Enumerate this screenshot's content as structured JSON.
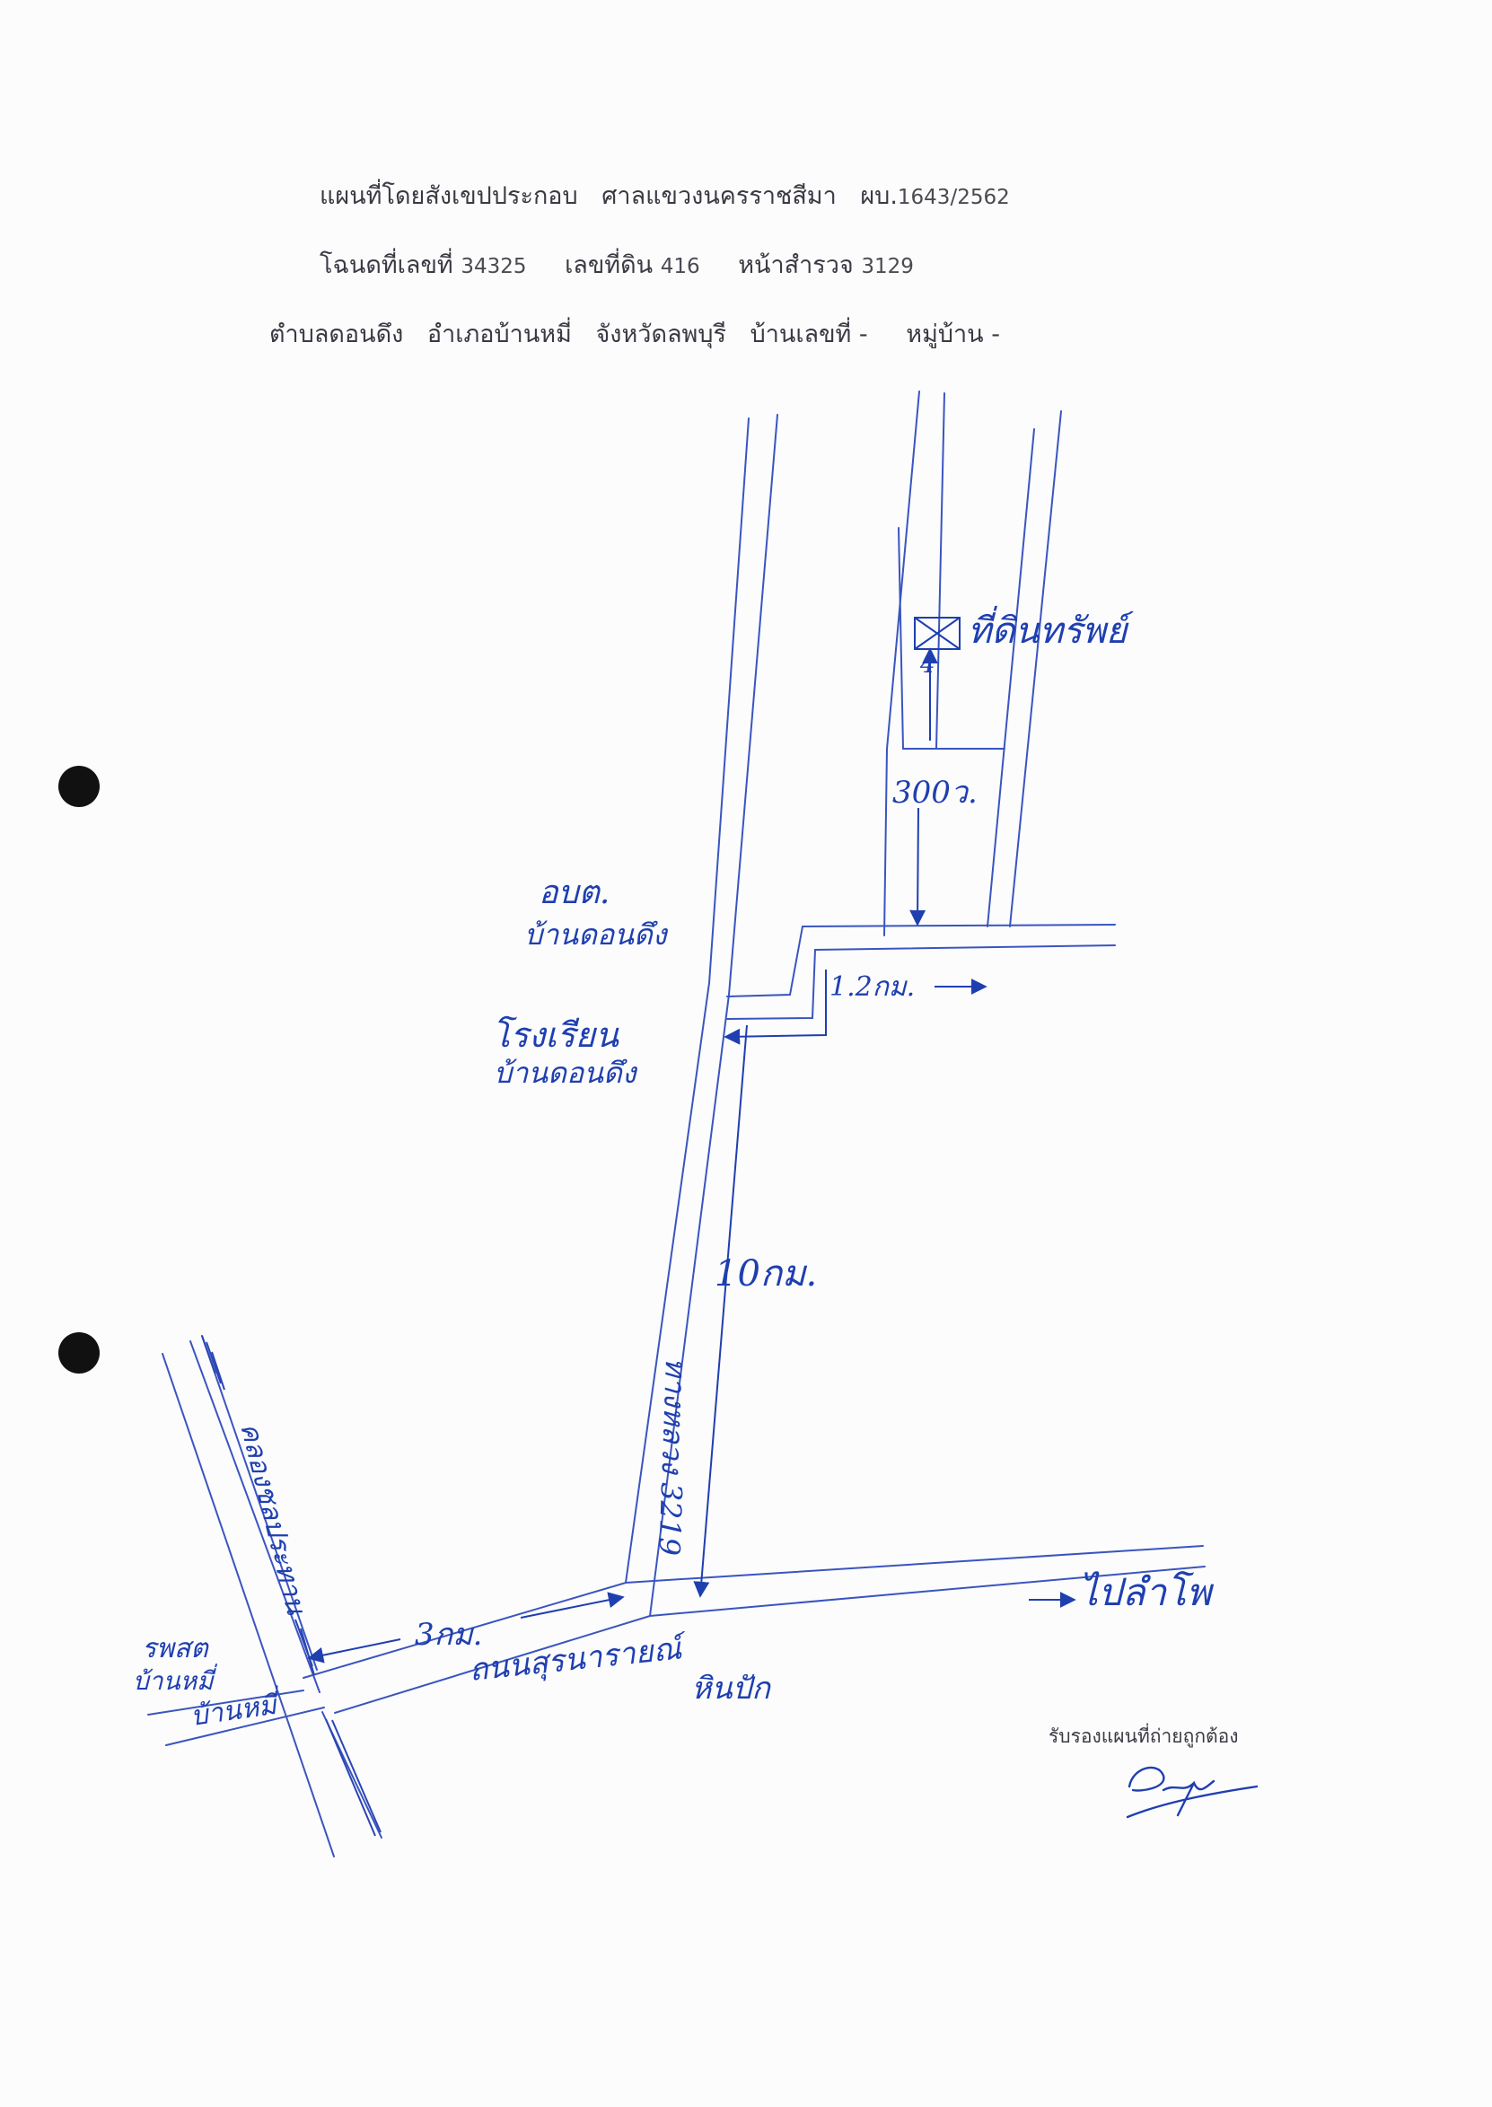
{
  "header": {
    "line1": {
      "title": "แผนที่โดยสังเขปประกอบ",
      "court": "ศาลแขวงนครราชสีมา",
      "case_label": "ผบ.",
      "case_number": "1643/2562"
    },
    "line2": {
      "deed_label": "โฉนดที่เลขที่",
      "deed_number": "34325",
      "land_label": "เลขที่ดิน",
      "land_number": "416",
      "survey_label": "หน้าสำรวจ",
      "survey_number": "3129"
    },
    "line3": {
      "subdistrict": "ตำบลดอนดึง",
      "district": "อำเภอบ้านหมี่",
      "province": "จังหวัดลพบุรี",
      "house_no": "บ้านเลขที่ -",
      "village": "หมู่บ้าน -"
    }
  },
  "map": {
    "landmarks": {
      "target_plot": "ที่ดินทรัพย์",
      "admin_office": "อบต.",
      "admin_office_place": "บ้านดอนดึง",
      "school": "โรงเรียน",
      "school_place": "บ้านดอนดึง",
      "temple_left": "รพสต",
      "temple_left_place": "บ้านหมี่",
      "ban_mi": "บ้านหมี่",
      "hin_pak": "หินปัก",
      "to_destination": "ไปลำโพ"
    },
    "roads": {
      "main_road": "ทางหลวง 3219",
      "cross_road": "ถนนสุรนารายณ์",
      "canal": "คลองชลประทาน"
    },
    "distances": {
      "d_300m": "300ว.",
      "d_1_2km": "1.2กม.",
      "d_10km": "10กม.",
      "d_3km": "3กม."
    },
    "colors": {
      "ink": "#1f3fb0",
      "ink_light": "#3a55c0",
      "print": "#3a3a44"
    }
  },
  "footer": {
    "certify_text": "รับรองแผนที่ถ่ายถูกต้อง",
    "signature": "P.yu"
  }
}
